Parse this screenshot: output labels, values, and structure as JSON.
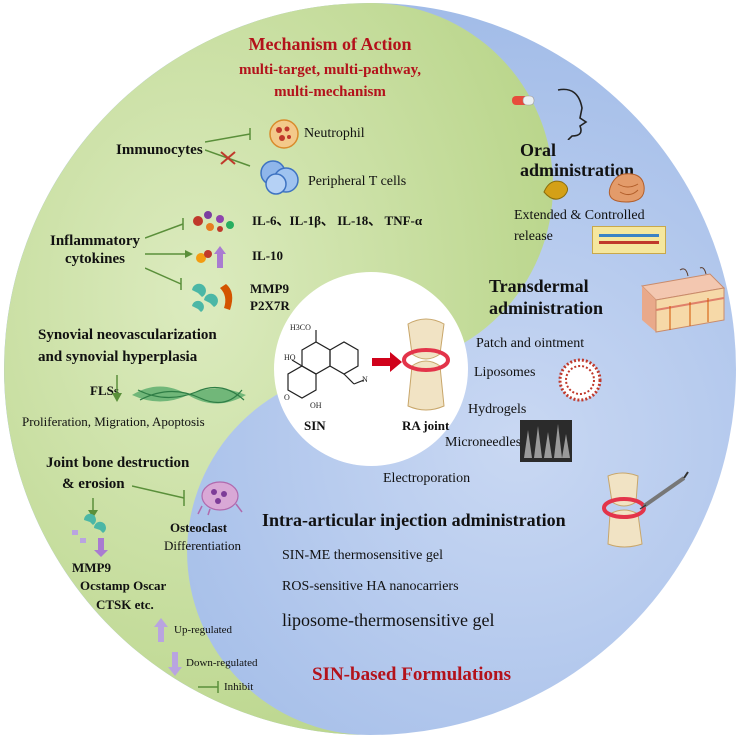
{
  "moa": {
    "title": "Mechanism of Action",
    "subtitle_1": "multi-target, multi-pathway,",
    "subtitle_2": "multi-mechanism"
  },
  "immunocytes": {
    "label": "Immunocytes",
    "neutrophil": "Neutrophil",
    "tcells": "Peripheral T cells"
  },
  "cytokines": {
    "label_1": "Inflammatory",
    "label_2": "cytokines",
    "row1": "IL-6、IL-1β、 IL-18、 TNF-α",
    "row2": "IL-10",
    "row3a": "MMP9",
    "row3b": "P2X7R"
  },
  "synovial": {
    "title_1": "Synovial neovascularization",
    "title_2": "and synovial hyperplasia",
    "fls": "FLSs",
    "effects": "Proliferation, Migration, Apoptosis"
  },
  "bone": {
    "title_1": "Joint bone destruction",
    "title_2": "& erosion",
    "osteoclast": "Osteoclast",
    "differentiation": "Differentiation",
    "mmp9": "MMP9",
    "markers": "Ocstamp Oscar",
    "ctsk": "CTSK etc."
  },
  "legend": {
    "up": "Up-regulated",
    "down": "Down-regulated",
    "inhibit": "Inhibit"
  },
  "center": {
    "sin": "SIN",
    "joint": "RA joint",
    "formula_label": "H3CO"
  },
  "oral": {
    "title_1": "Oral",
    "title_2": "administration",
    "release_1": "Extended & Controlled",
    "release_2": "release"
  },
  "transdermal": {
    "title_1": "Transdermal",
    "title_2": "administration",
    "patch": "Patch and ointment",
    "liposomes": "Liposomes",
    "hydrogels": "Hydrogels",
    "microneedles": "Microneedles",
    "electroporation": "Electroporation"
  },
  "intra": {
    "title": "Intra-articular injection administration",
    "item1": "SIN-ME thermosensitive gel",
    "item2": "ROS-sensitive HA nanocarriers",
    "item3": "liposome-thermosensitive gel"
  },
  "formulations": {
    "title": "SIN-based Formulations"
  },
  "colors": {
    "green": "#c5dd9d",
    "blue": "#adc4ea",
    "red": "#b3121b",
    "arrow": "#5a8f3a"
  }
}
